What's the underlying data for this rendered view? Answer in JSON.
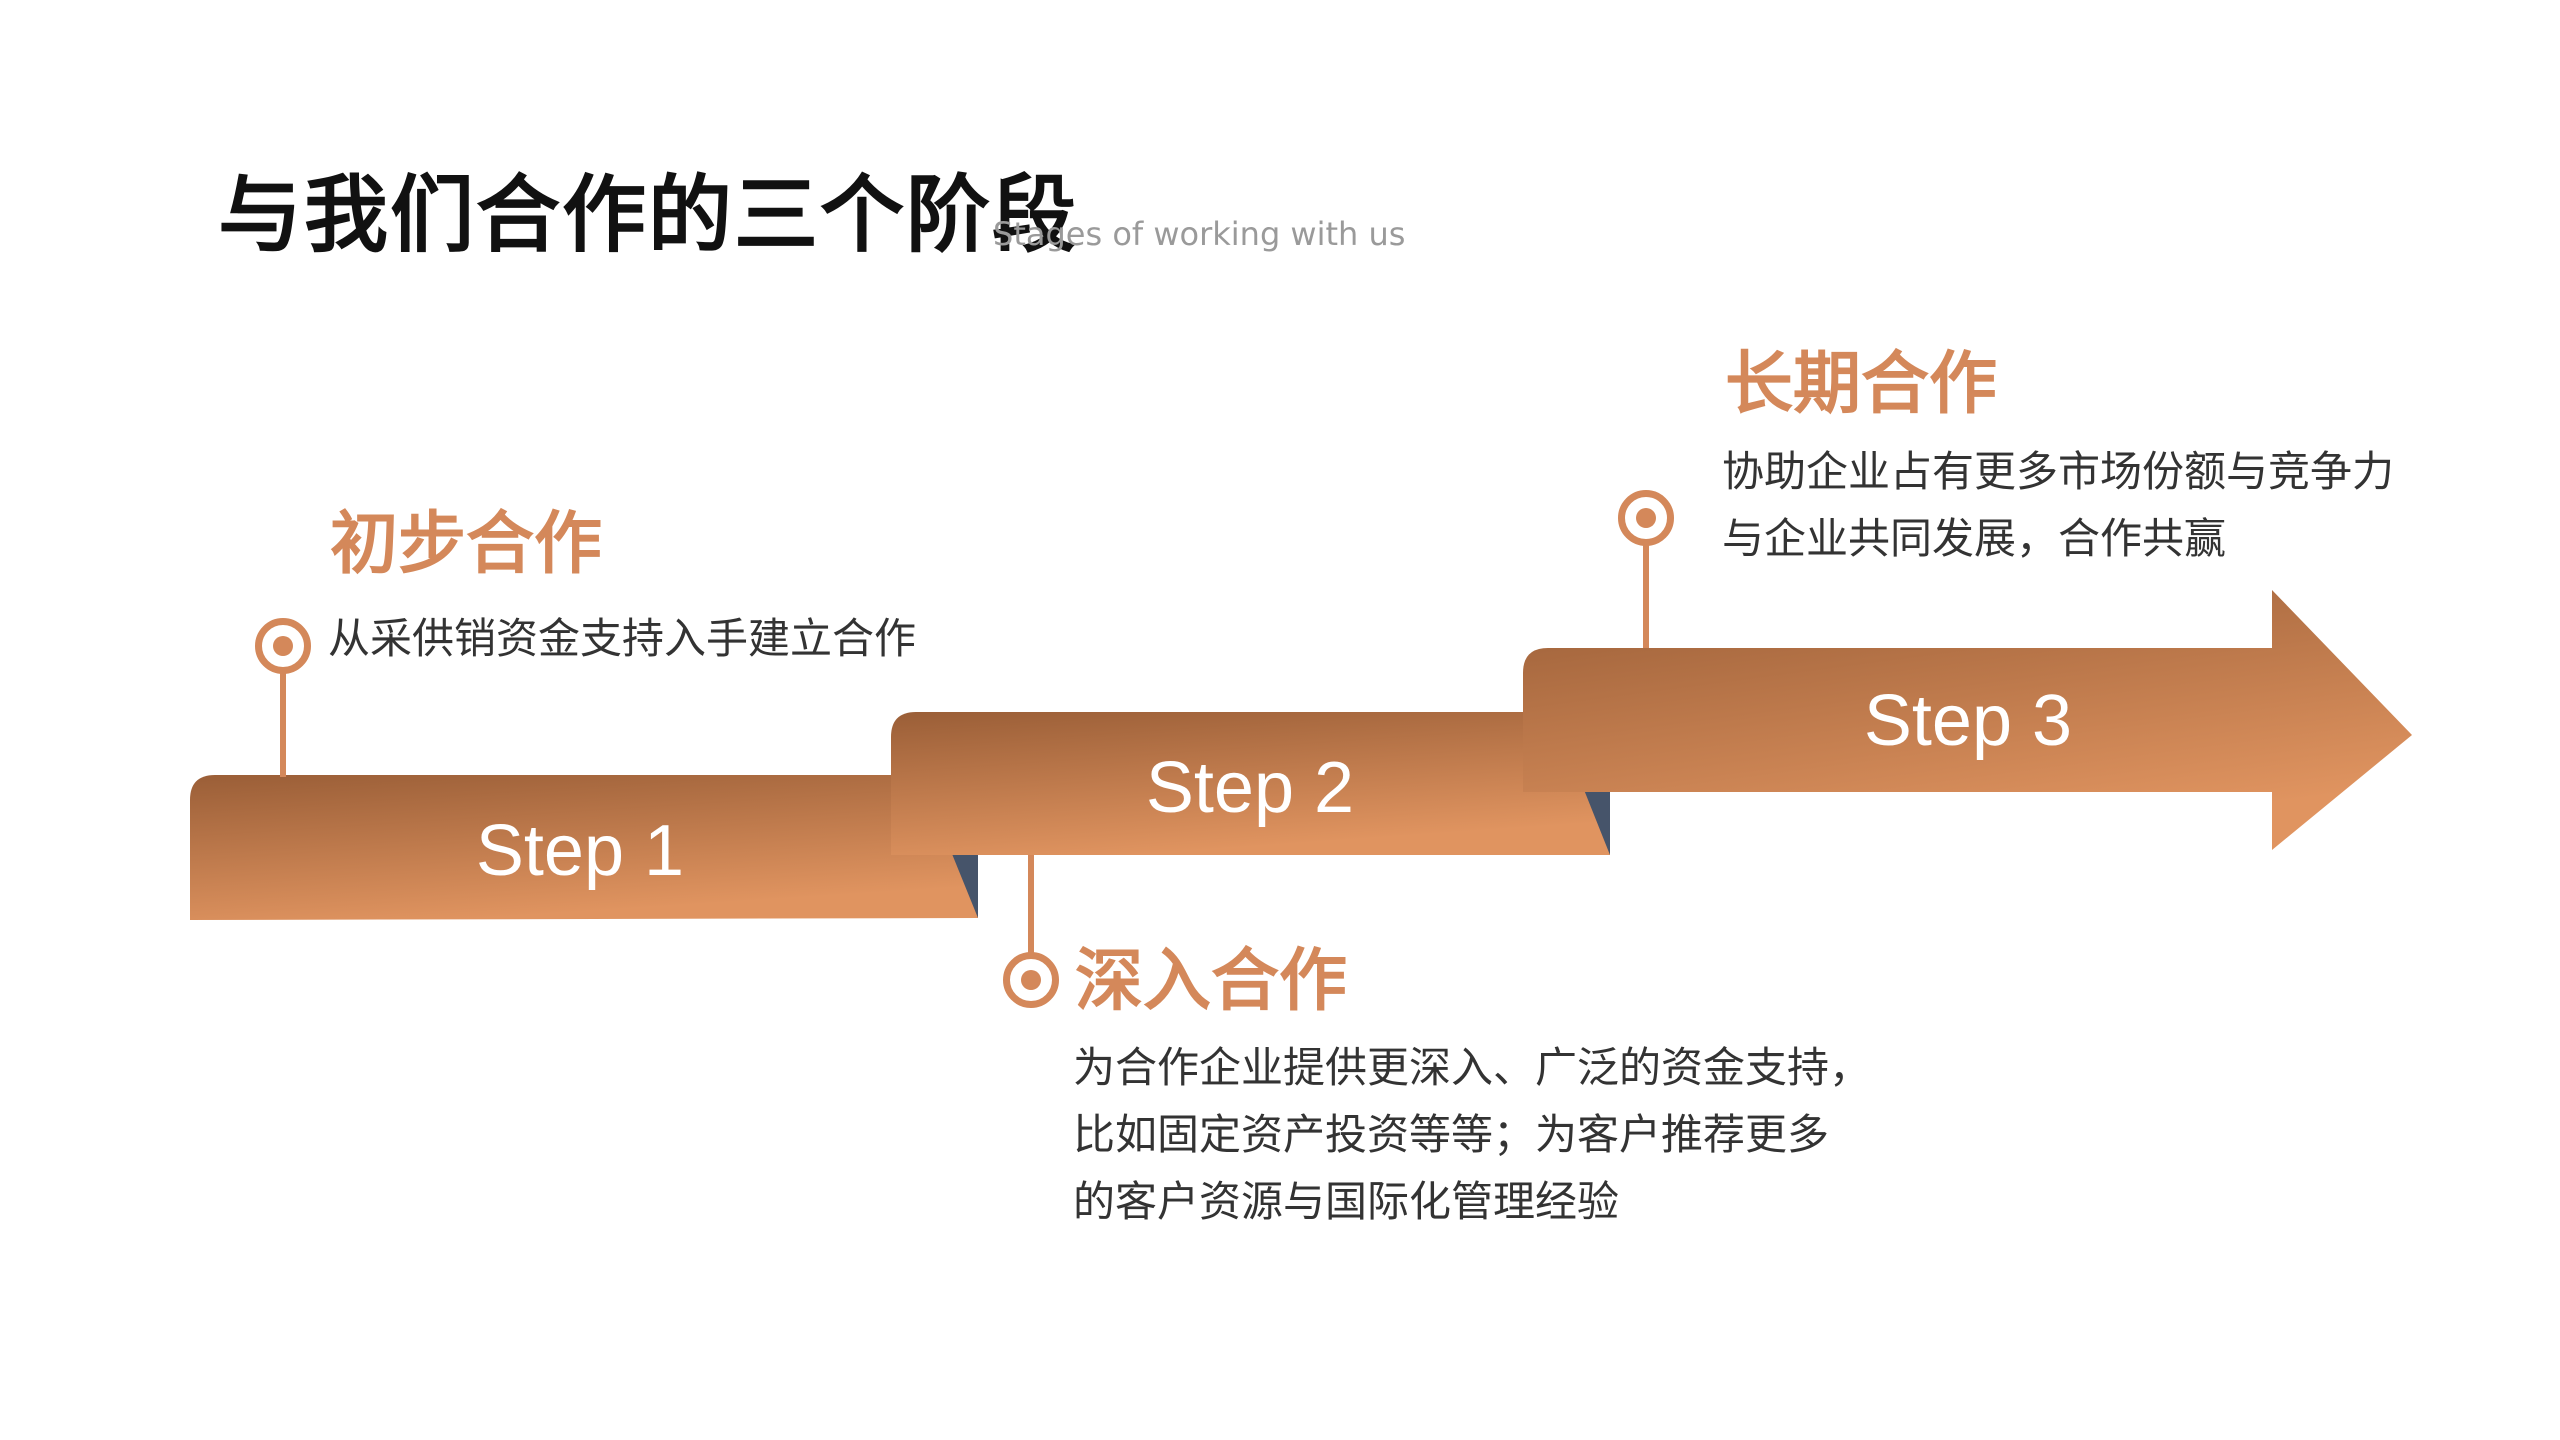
{
  "header": {
    "title": "与我们合作的三个阶段",
    "subtitle": "Stages of working with us"
  },
  "colors": {
    "accent": "#d4885a",
    "banner_dark": "#9a5e37",
    "banner_light": "#e09460",
    "fold_shadow": "#46546a",
    "title_text": "#111111",
    "body_text": "#333333"
  },
  "steps": [
    {
      "label": "Step 1",
      "title": "初步合作",
      "lines": [
        "从采供销资金支持入手建立合作"
      ]
    },
    {
      "label": "Step 2",
      "title": "深入合作",
      "lines": [
        "为合作企业提供更深入、广泛的资金支持，",
        "比如固定资产投资等等；为客户推荐更多",
        "的客户资源与国际化管理经验"
      ]
    },
    {
      "label": "Step 3",
      "title": "长期合作",
      "lines": [
        "协助企业占有更多市场份额与竞争力",
        "与企业共同发展，合作共赢"
      ]
    }
  ],
  "icons": {
    "marker": "target-circle-icon",
    "arrow": "arrow-right-icon"
  }
}
